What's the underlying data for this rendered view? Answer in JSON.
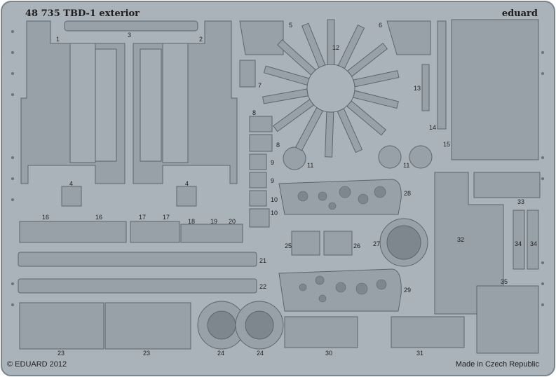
{
  "sheet": {
    "title": "48 735 TBD-1 exterior",
    "brand": "eduard",
    "copyright": "© EDUARD 2012",
    "origin": "Made in Czech Republic"
  },
  "colors": {
    "fret": "#aab2ba",
    "part": "#98a0a8",
    "edge": "#5d656d",
    "dark": "#6a727a"
  },
  "part_numbers": [
    "1",
    "2",
    "3",
    "4",
    "4",
    "5",
    "6",
    "7",
    "8",
    "8",
    "9",
    "9",
    "10",
    "10",
    "11",
    "11",
    "12",
    "13",
    "14",
    "15",
    "16",
    "16",
    "17",
    "17",
    "18",
    "19",
    "20",
    "21",
    "22",
    "23",
    "23",
    "24",
    "24",
    "25",
    "26",
    "27",
    "28",
    "29",
    "30",
    "31",
    "32",
    "33",
    "34",
    "34",
    "35"
  ]
}
